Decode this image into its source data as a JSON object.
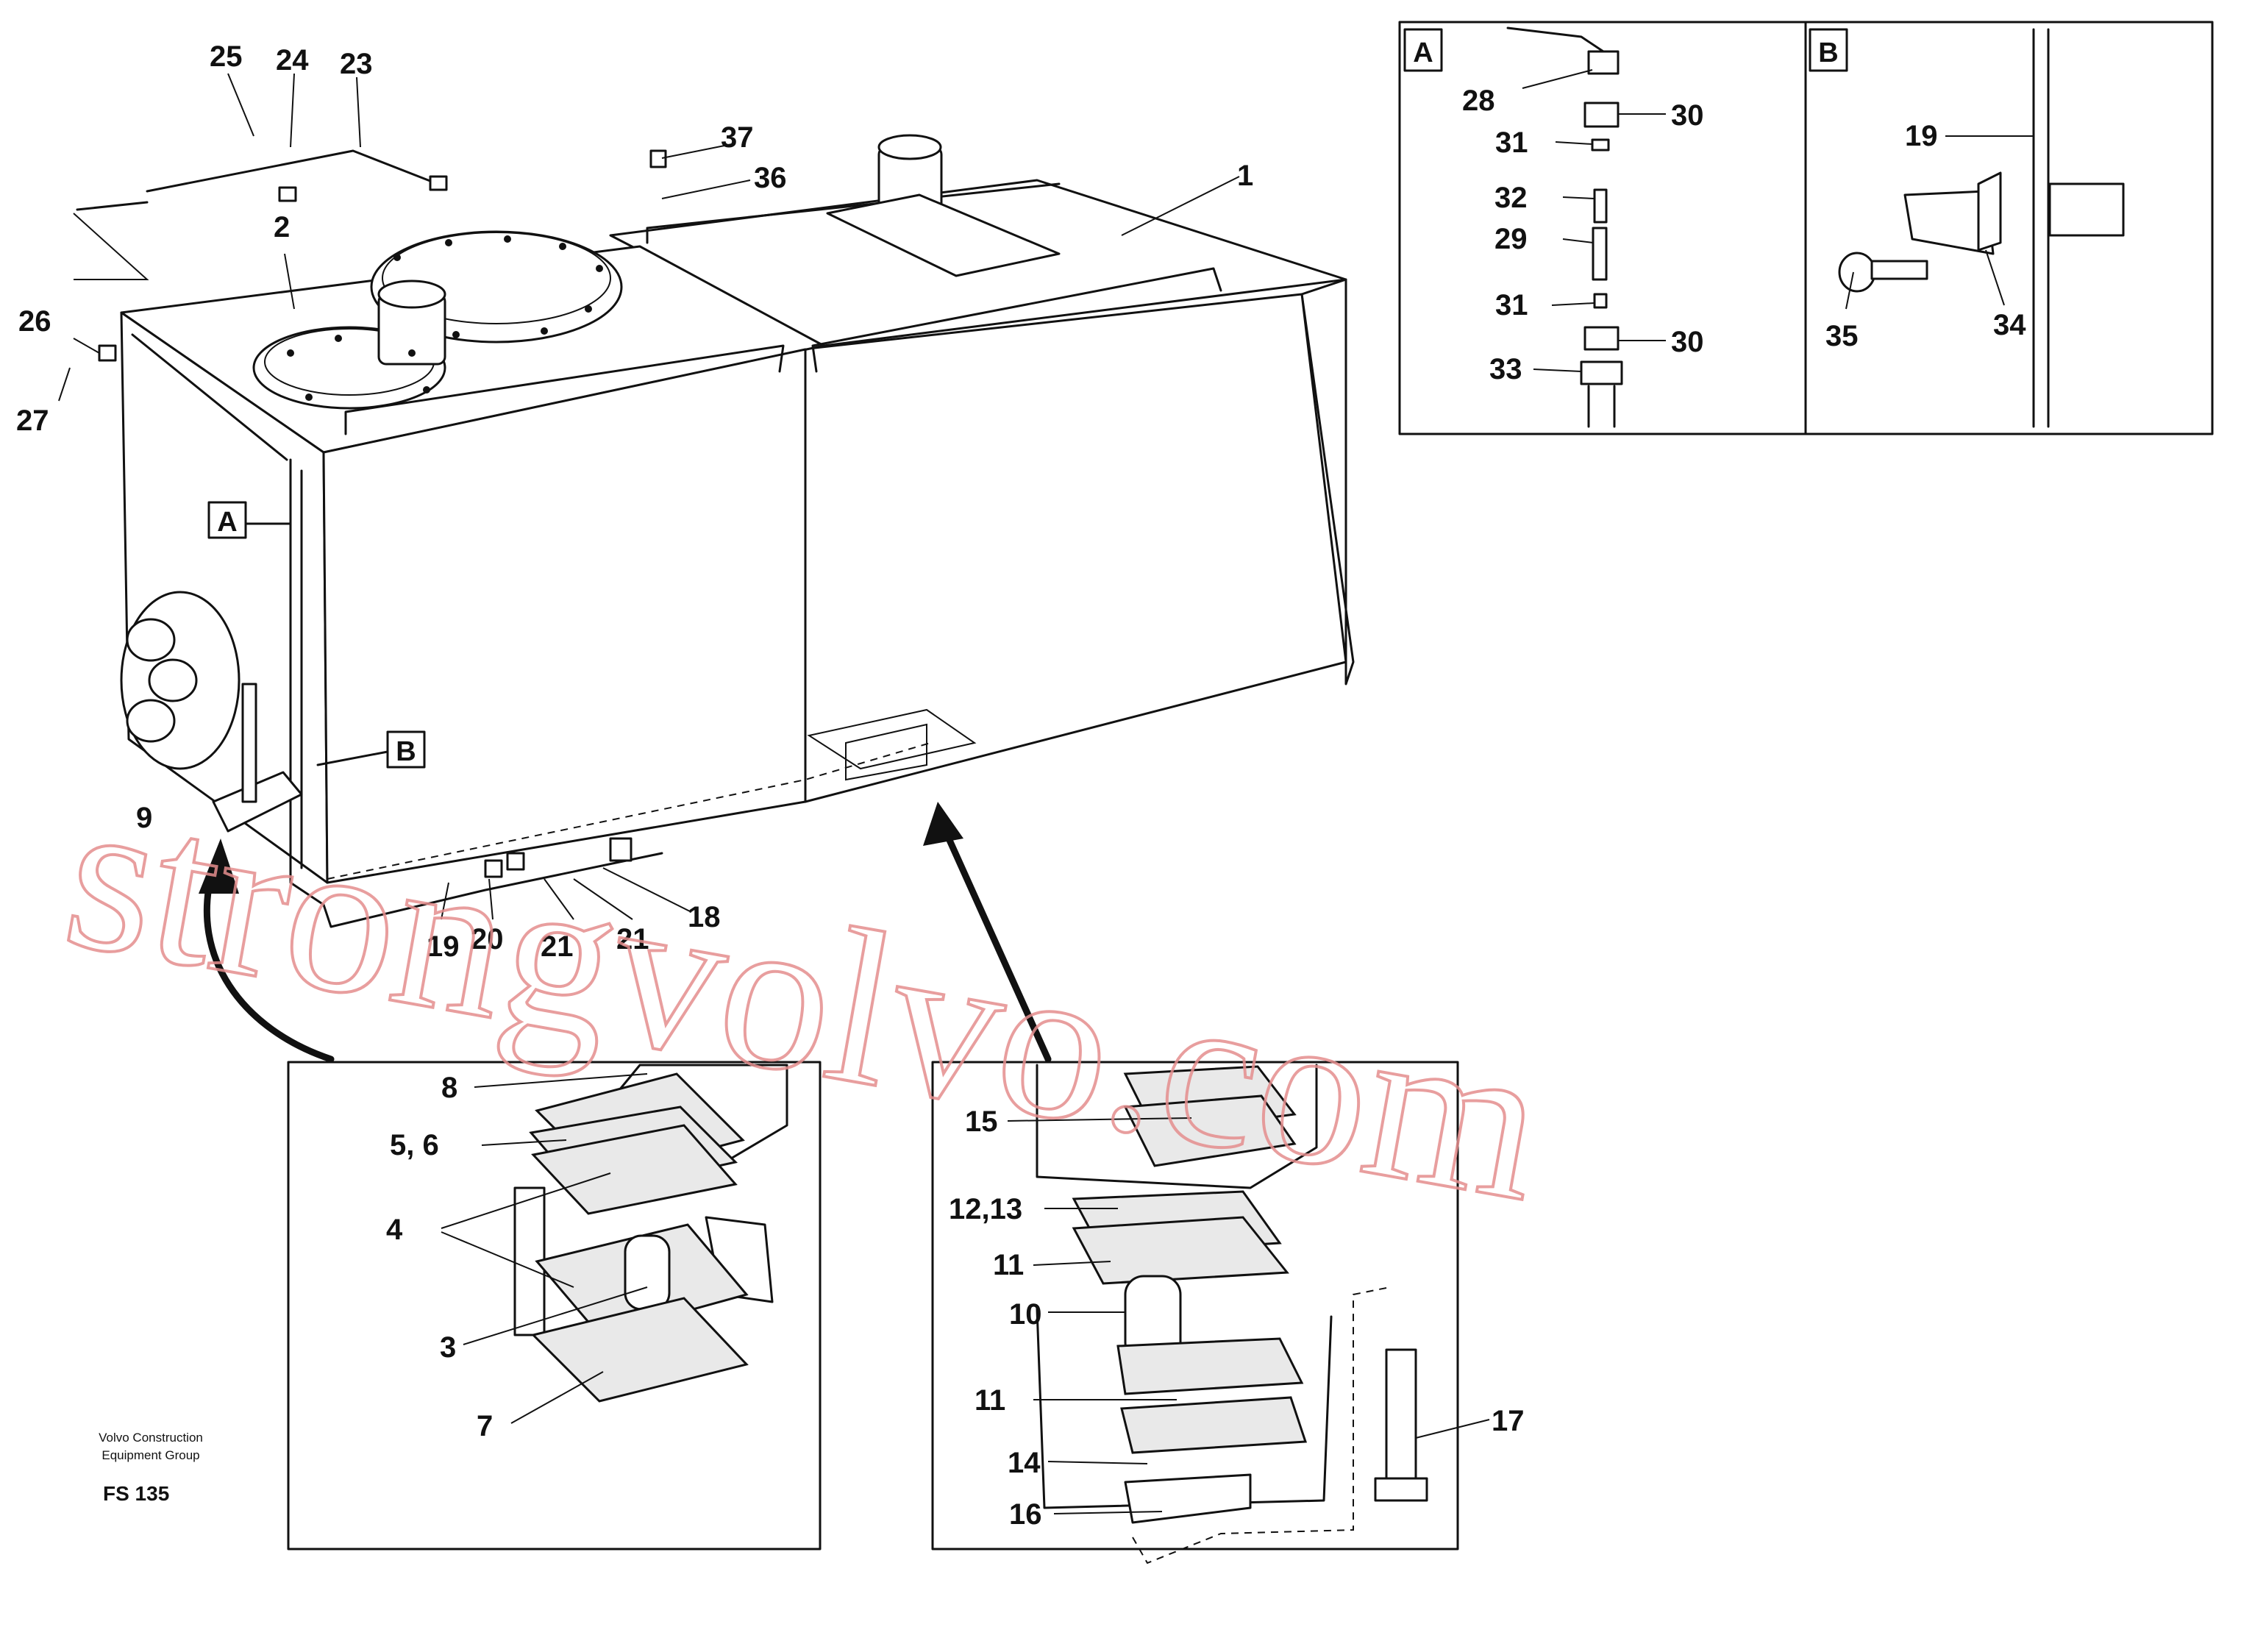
{
  "footer": {
    "company_line1": "Volvo Construction",
    "company_line2": "Equipment Group",
    "code": "FS 135"
  },
  "watermark": "strongvolvo.com",
  "references": {
    "a": "A",
    "b": "B"
  },
  "callouts": {
    "c1": "1",
    "c2": "2",
    "c3": "3",
    "c4": "4",
    "c5_6": "5, 6",
    "c7": "7",
    "c8": "8",
    "c9": "9",
    "c10": "10",
    "c11a": "11",
    "c11b": "11",
    "c12_13": "12,13",
    "c14": "14",
    "c15": "15",
    "c16": "16",
    "c17": "17",
    "c18": "18",
    "c19": "19",
    "c19b": "19",
    "c20": "20",
    "c21": "21",
    "c22": "21",
    "c23": "23",
    "c24": "24",
    "c25": "25",
    "c26": "26",
    "c27": "27",
    "c28": "28",
    "c29": "29",
    "c30a": "30",
    "c30b": "30",
    "c31a": "31",
    "c31b": "31",
    "c32": "32",
    "c33": "33",
    "c34": "34",
    "c35": "35",
    "c36": "36",
    "c37": "37"
  },
  "colors": {
    "line": "#111111",
    "watermark": "#e58e8e",
    "background": "#ffffff"
  }
}
